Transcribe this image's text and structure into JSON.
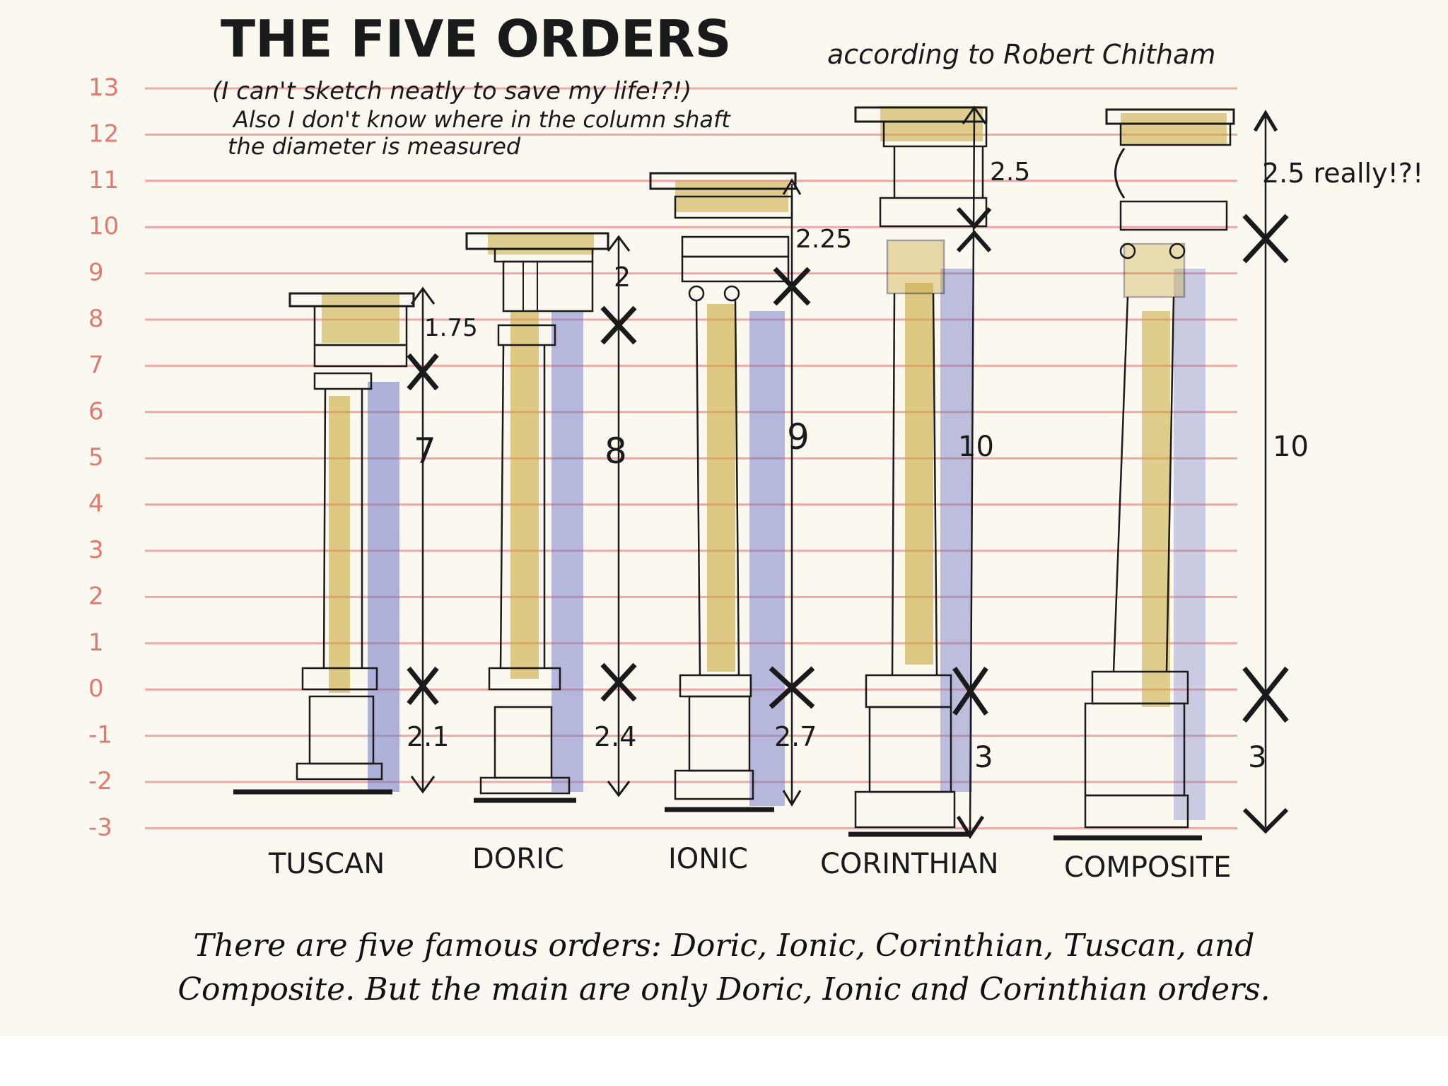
{
  "header": {
    "title": "THE FIVE ORDERS",
    "subtitle": "according to Robert Chitham",
    "note_line1": "(I can't sketch neatly to save my life!?!)",
    "note_line2": "Also I don't know where in the column shaft",
    "note_line3": "the diameter is measured"
  },
  "scale": {
    "ticks": [
      "13",
      "12",
      "11",
      "10",
      "9",
      "8",
      "7",
      "6",
      "5",
      "4",
      "3",
      "2",
      "1",
      "0",
      "-1",
      "-2",
      "-3"
    ]
  },
  "orders": [
    {
      "name": "TUSCAN",
      "entablature": "1.75",
      "shaft": "7",
      "pedestal": "2.1"
    },
    {
      "name": "DORIC",
      "entablature": "2",
      "shaft": "8",
      "pedestal": "2.4"
    },
    {
      "name": "IONIC",
      "entablature": "2.25",
      "shaft": "9",
      "pedestal": "2.7"
    },
    {
      "name": "CORINTHIAN",
      "entablature": "2.5",
      "shaft": "10",
      "pedestal": "3"
    },
    {
      "name": "COMPOSITE",
      "entablature": "2.5 really!?!",
      "shaft": "10",
      "pedestal": "3"
    }
  ],
  "caption": {
    "line1": "There are five famous orders: Doric, Ionic, Corinthian, Tuscan, and",
    "line2": "Composite. But the main are only Doric, Ionic and Corinthian orders."
  },
  "colors": {
    "paper": "#fbf8f0",
    "ruled_line": "#ec9b9b",
    "ink": "#1a1a1a",
    "ochre_wash": "#c9a93c",
    "blue_wash": "#6f78c4",
    "scale_numbers": "#e07a6e"
  }
}
